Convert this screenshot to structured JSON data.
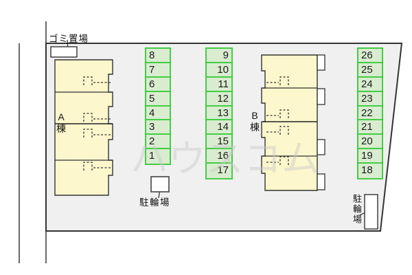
{
  "labels": {
    "garbage_area": "ゴミ置場",
    "building_a": {
      "line1": "A",
      "line2": "棟"
    },
    "building_b": {
      "line1": "B",
      "line2": "棟"
    },
    "bike_parking_south": "駐輪場",
    "bike_parking_east": "駐輪場"
  },
  "parking": {
    "left_column": [
      "8",
      "7",
      "6",
      "5",
      "4",
      "3",
      "2",
      "1"
    ],
    "middle_column": [
      "9",
      "10",
      "11",
      "12",
      "13",
      "14",
      "15",
      "16",
      "17"
    ],
    "right_column": [
      "26",
      "25",
      "24",
      "23",
      "22",
      "21",
      "20",
      "19",
      "18"
    ]
  },
  "watermark": "ハウスコム",
  "colors": {
    "site_fill": "#f0f0f0",
    "building_fill": "#fcf7cc",
    "parking_fill": "#d9ecd0",
    "parking_border": "#44cc44",
    "outline": "#333333"
  }
}
